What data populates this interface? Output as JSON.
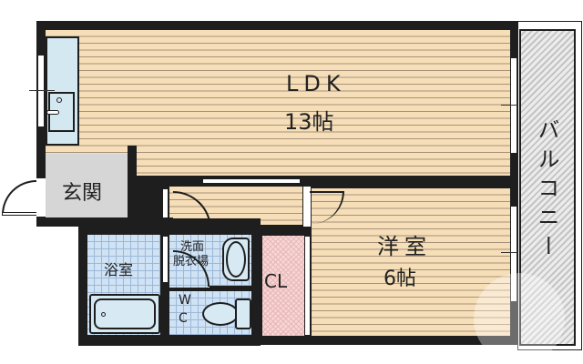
{
  "floorplan": {
    "rooms": {
      "ldk": {
        "name": "LDK",
        "size": "13帖"
      },
      "western": {
        "name": "洋室",
        "size": "6帖"
      },
      "entrance": {
        "name": "玄関"
      },
      "bath": {
        "name": "浴室"
      },
      "washroom": {
        "line1": "洗面",
        "line2": "脱衣場"
      },
      "wc": {
        "line1": "W",
        "line2": "C"
      },
      "closet": {
        "name": "CL"
      },
      "balcony": {
        "name": "バルコニー"
      }
    },
    "colors": {
      "wall": "#1e1e1e",
      "wood_floor": "#f6dfb8",
      "tile_floor": "#cfe3f5",
      "closet_floor": "#f6d6d6",
      "entrance_floor": "#d6d6d6",
      "balcony": "#dcdcdc",
      "kitchen": "#d4e8f2"
    }
  }
}
